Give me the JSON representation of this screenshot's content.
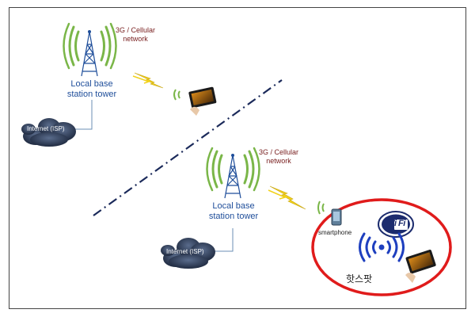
{
  "top": {
    "tower_label_line1": "Local base",
    "tower_label_line2": "station tower",
    "network_label_line1": "3G / Cellular",
    "network_label_line2": "network",
    "cloud_label": "Internet (ISP)"
  },
  "bottom": {
    "tower_label_line1": "Local base",
    "tower_label_line2": "station tower",
    "network_label_line1": "3G / Cellular",
    "network_label_line2": "network",
    "cloud_label": "Internet (ISP)",
    "smartphone_label": "smartphone",
    "wifi_logo_text": "Wi Fi",
    "hotspot_label": "핫스팟"
  },
  "colors": {
    "tower_signal": "#7ab648",
    "wifi_waves": "#1e3fbf",
    "hotspot_ring": "#e01b1b",
    "divider": "#1b2a5a",
    "lightning": "#f2d21a",
    "cloud": "#2f3d57"
  },
  "icons": [
    "cell-tower-icon",
    "lightning-icon",
    "tablet-icon",
    "cloud-icon",
    "smartphone-icon",
    "wifi-logo-icon",
    "wifi-waves-icon"
  ]
}
